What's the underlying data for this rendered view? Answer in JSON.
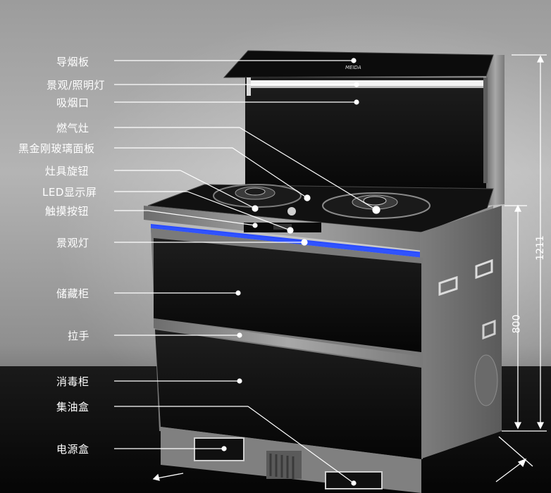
{
  "labels": [
    {
      "text": "导烟板"
    },
    {
      "text": "景观/照明灯"
    },
    {
      "text": "吸烟口"
    },
    {
      "text": "燃气灶"
    },
    {
      "text": "黑金刚玻璃面板"
    },
    {
      "text": "灶具旋钮"
    },
    {
      "text": "LED显示屏"
    },
    {
      "text": "触摸按钮"
    },
    {
      "text": "景观灯"
    },
    {
      "text": "储藏柜"
    },
    {
      "text": "拉手"
    },
    {
      "text": "消毒柜"
    },
    {
      "text": "集油盒"
    },
    {
      "text": "电源盒"
    }
  ],
  "dimensions": {
    "height_total": "1211",
    "height_cabinet": "800"
  },
  "brand": "MEIDA",
  "colors": {
    "accent_blue": "#2a4bff",
    "panel_black": "#0b0b0b",
    "steel": "#8a8a8a"
  }
}
